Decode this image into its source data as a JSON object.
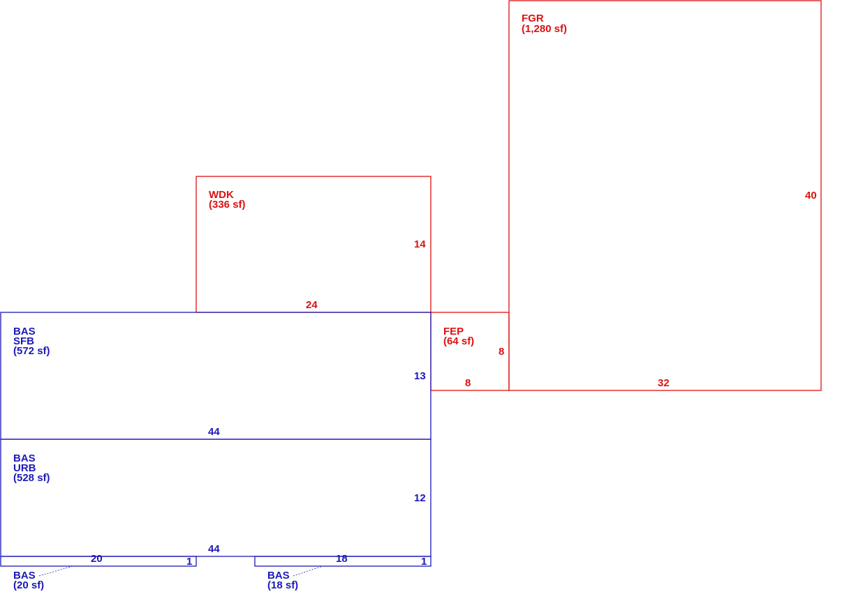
{
  "colors": {
    "exterior": "#dd1111",
    "living": "#1a1ab8"
  },
  "areas": {
    "fgr": {
      "code": "FGR",
      "area": "(1,280 sf)",
      "dim_side": "40",
      "dim_bottom": "32"
    },
    "wdk": {
      "code": "WDK",
      "area": "(336 sf)",
      "dim_side": "14",
      "dim_bottom": "24"
    },
    "fep": {
      "code": "FEP",
      "area": "(64 sf)",
      "dim_side": "8",
      "dim_bottom": "8"
    },
    "bas_sfb": {
      "code": "BAS",
      "sub": "SFB",
      "area": "(572 sf)",
      "dim_side": "13",
      "dim_bottom": "44"
    },
    "bas_urb": {
      "code": "BAS",
      "sub": "URB",
      "area": "(528 sf)",
      "dim_side": "12",
      "dim_bottom": "44"
    },
    "bas_20": {
      "code": "BAS",
      "area": "(20 sf)",
      "dim_top": "20",
      "dim_side": "1"
    },
    "bas_18": {
      "code": "BAS",
      "area": "(18 sf)",
      "dim_top": "18",
      "dim_side": "1"
    }
  }
}
